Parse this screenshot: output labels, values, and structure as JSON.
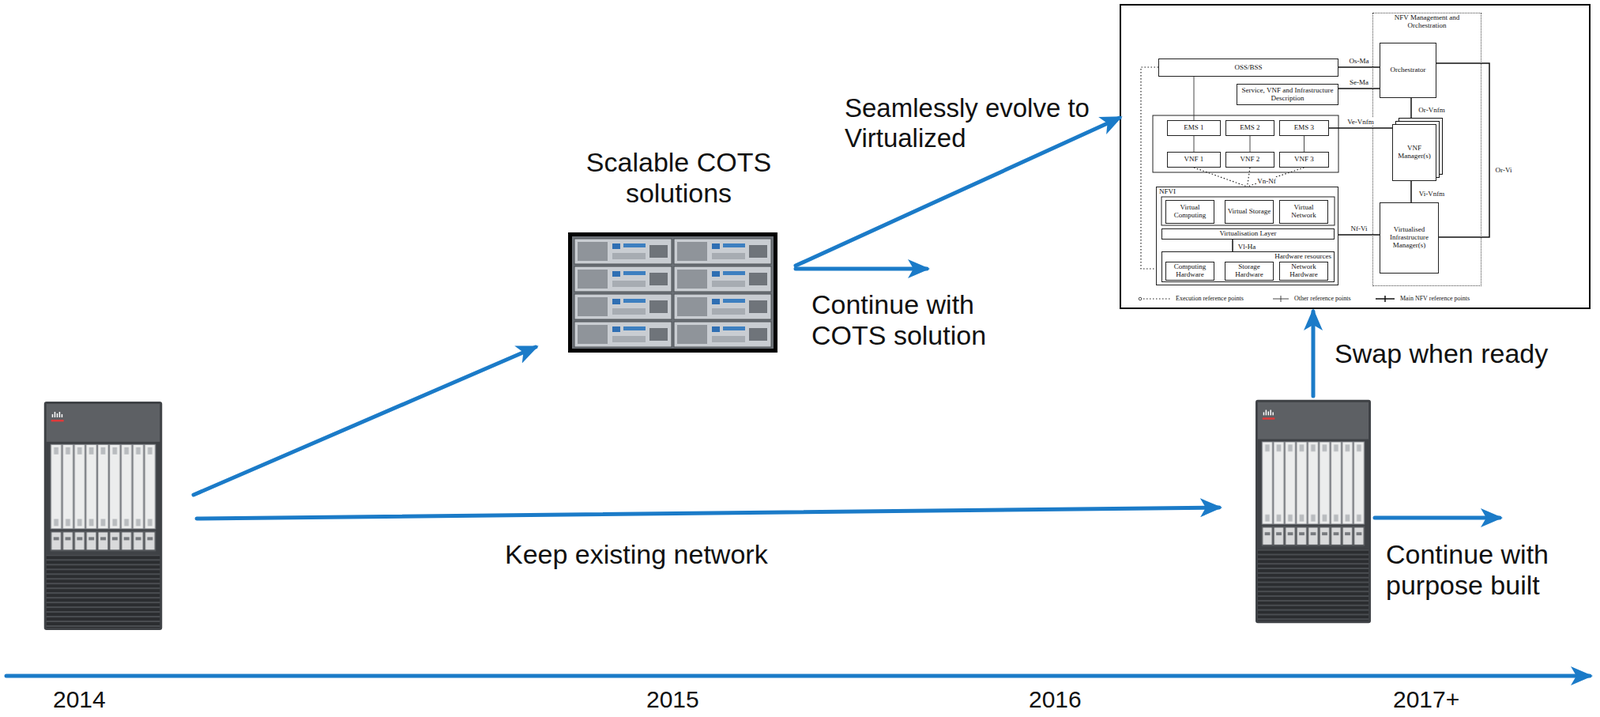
{
  "diagram": {
    "nodes": [
      {
        "text": [
          "OSS/BSS"
        ]
      },
      {
        "text": [
          "NFV Management and Orchestration"
        ]
      },
      {
        "text": [
          "Orchestrator"
        ],
        "in": 1
      },
      {
        "text": [
          "Service, VNF and Infrastructure Description"
        ]
      },
      {
        "text": [
          "EMS 1"
        ]
      },
      {
        "text": [
          "EMS 2"
        ]
      },
      {
        "text": [
          "EMS 3"
        ]
      },
      {
        "text": [
          "VNF Manager(s)"
        ],
        "in": 1
      },
      {
        "text": [
          "VNF 1"
        ]
      },
      {
        "text": [
          "VNF 2"
        ]
      },
      {
        "text": [
          "VNF 3"
        ]
      },
      {
        "text": [
          "NFVI"
        ]
      },
      {
        "text": [
          "Virtual Computing"
        ],
        "in": 11
      },
      {
        "text": [
          "Virtual Storage"
        ],
        "in": 11
      },
      {
        "text": [
          "Virtual Network"
        ],
        "in": 11
      },
      {
        "text": [
          "Virtualisation Layer"
        ],
        "in": 11
      },
      {
        "text": [
          "Hardware resources"
        ],
        "in": 11
      },
      {
        "text": [
          "Computing Hardware"
        ],
        "in": 16
      },
      {
        "text": [
          "Storage Hardware"
        ],
        "in": 16
      },
      {
        "text": [
          "Network Hardware"
        ],
        "in": 16
      },
      {
        "text": [
          "Virtualised Infrastructure Manager(s)"
        ],
        "in": 1
      }
    ],
    "edges": [
      {
        "from": 0,
        "to": 2,
        "label": "Os-Ma",
        "arrow": "none"
      },
      {
        "from": 3,
        "to": 2,
        "label": "Se-Ma",
        "arrow": "none"
      },
      {
        "from": 2,
        "to": 7,
        "label": "Or-Vnfm",
        "arrow": "none"
      },
      {
        "from": 6,
        "to": 7,
        "label": "Ve-Vnfm",
        "arrow": "none"
      },
      {
        "from": 7,
        "to": 20,
        "label": "Vi-Vnfm",
        "arrow": "none"
      },
      {
        "from": 2,
        "to": 20,
        "label": "Or-Vi",
        "arrow": "none"
      },
      {
        "from": 11,
        "to": 20,
        "label": "Nf-Vi",
        "arrow": "none"
      },
      {
        "from": 8,
        "to": 11,
        "arrow": "none"
      },
      {
        "from": 9,
        "to": 11,
        "label": "Vn-Nf",
        "arrow": "none"
      },
      {
        "from": 10,
        "to": 11,
        "arrow": "none"
      },
      {
        "from": 15,
        "to": 16,
        "label": "Vl-Ha",
        "arrow": "none"
      },
      {
        "from": 0,
        "to": 4,
        "arrow": "none"
      },
      {
        "from": 4,
        "to": 8,
        "arrow": "none"
      },
      {
        "from": 5,
        "to": 9,
        "arrow": "none"
      },
      {
        "from": 6,
        "to": 10,
        "arrow": "none"
      },
      {
        "from": 0,
        "to": 11,
        "arrow": "none"
      }
    ],
    "labels": [
      "Scalable COTS solutions",
      "Seamlessly evolve to Virtualized",
      "Continue with COTS solution",
      "Keep existing network",
      "Swap when ready",
      "Continue with purpose built",
      "2014",
      "2015",
      "2016",
      "2017+"
    ],
    "legend": [
      {
        "text": "Execution reference points"
      },
      {
        "text": "Other reference points"
      },
      {
        "text": "Main NFV reference points"
      }
    ]
  }
}
